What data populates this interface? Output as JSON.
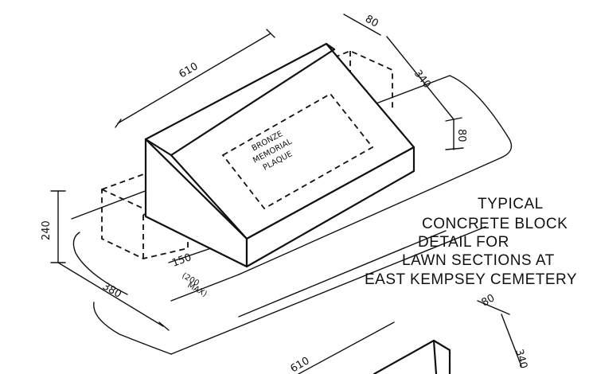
{
  "title_lines": [
    "TYPICAL",
    "CONCRETE BLOCK",
    "DETAIL FOR",
    "LAWN SECTIONS AT",
    "EAST KEMPSEY CEMETERY"
  ],
  "plaque_lines": [
    "BRONZE",
    "MEMORIAL",
    "PLAQUE"
  ],
  "dimensions": {
    "length_top": "610",
    "front_height": "80",
    "depth_right": "340",
    "rear_height": "80",
    "base_height": "240",
    "base_depth": "380",
    "gap": "150",
    "gap_max": "(200",
    "gap_max2": "MAX)",
    "second_top": "80",
    "second_depth": "340",
    "second_length": "610"
  }
}
